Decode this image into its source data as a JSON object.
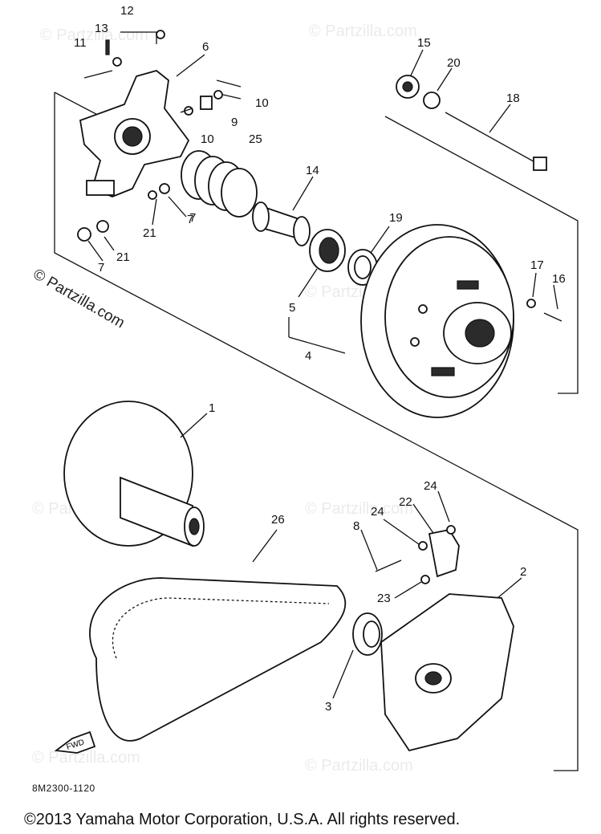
{
  "watermark": "© Partzilla.com",
  "drawing_code": "8M2300-1120",
  "copyright": "©2013 Yamaha Motor Corporation, U.S.A. All rights reserved.",
  "fwd_label": "FWD",
  "callouts": [
    "1",
    "2",
    "3",
    "4",
    "5",
    "6",
    "7",
    "7",
    "7",
    "8",
    "9",
    "10",
    "10",
    "11",
    "12",
    "13",
    "14",
    "15",
    "16",
    "17",
    "18",
    "19",
    "20",
    "21",
    "21",
    "22",
    "23",
    "24",
    "24",
    "25",
    "26"
  ]
}
